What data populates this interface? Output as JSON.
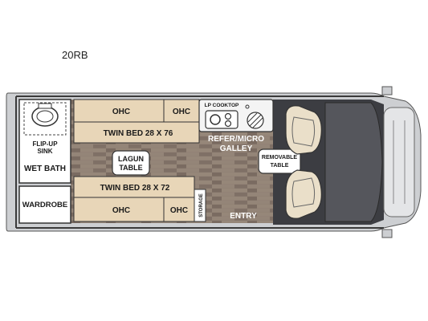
{
  "model_name": "20RB",
  "labels": {
    "ohc_1": "OHC",
    "ohc_2": "OHC",
    "ohc_3": "OHC",
    "ohc_4": "OHC",
    "twin_bed_top": "TWIN BED 28 X 76",
    "twin_bed_bottom": "TWIN BED 28 X 72",
    "lp_cooktop": "LP COOKTOP",
    "refer_micro_line1": "REFER/MICRO",
    "refer_micro_line2": "GALLEY",
    "removable_table_line1": "REMOVABLE",
    "removable_table_line2": "TABLE",
    "lagun_table_line1": "LAGUN",
    "lagun_table_line2": "TABLE",
    "flip_up_sink_line1": "FLIP-UP",
    "flip_up_sink_line2": "SINK",
    "wet_bath": "WET BATH",
    "wardrobe": "WARDROBE",
    "storage": "STORAGE",
    "entry": "ENTRY"
  },
  "colors": {
    "body_gray": "#cdcfd2",
    "wall": "#3a3a3a",
    "cabinet_tan": "#e8d6b8",
    "wood_floor": "#8a7a6e",
    "cab_dark": "#3c3d42",
    "seat_beige": "#eadfc9",
    "counter_white": "#f4f4f4"
  }
}
